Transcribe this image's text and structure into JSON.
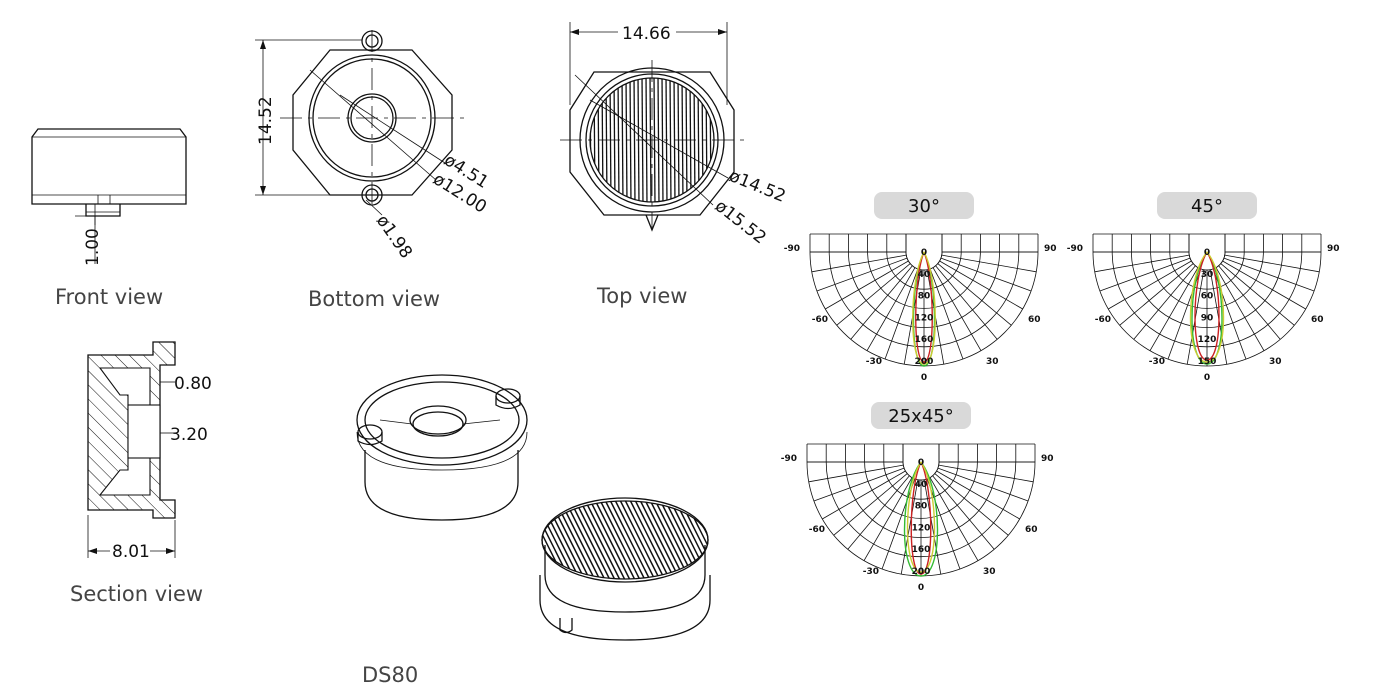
{
  "views": {
    "front": "Front view",
    "bottom": "Bottom view",
    "top": "Top view",
    "section": "Section view",
    "model": "DS80"
  },
  "dims": {
    "front_height": "1.00",
    "bottom_height": "14.52",
    "bottom_d1": "ø4.51",
    "bottom_d2": "ø12.00",
    "bottom_d3": "ø1.98",
    "top_width": "14.66",
    "top_d1": "ø14.52",
    "top_d2": "ø15.52",
    "sec_a": "0.80",
    "sec_b": "3.20",
    "sec_width": "8.01"
  },
  "polar_charts": [
    {
      "badge": "30°",
      "angles": [
        "-90",
        "-60",
        "-30",
        "0",
        "30",
        "60",
        "90"
      ],
      "radial": [
        "0",
        "40",
        "80",
        "120",
        "160",
        "200"
      ]
    },
    {
      "badge": "45°",
      "angles": [
        "-90",
        "-60",
        "-30",
        "0",
        "30",
        "60",
        "90"
      ],
      "radial": [
        "0",
        "30",
        "60",
        "90",
        "120",
        "150"
      ]
    },
    {
      "badge": "25x45°",
      "angles": [
        "-90",
        "-60",
        "-30",
        "0",
        "30",
        "60",
        "90"
      ],
      "radial": [
        "0",
        "40",
        "80",
        "120",
        "160",
        "200"
      ]
    }
  ],
  "colors": {
    "curve_green": "#33bb33",
    "curve_red": "#cc2222",
    "curve_yellow": "#cccc33",
    "badge_bg": "#d9d9d9"
  }
}
